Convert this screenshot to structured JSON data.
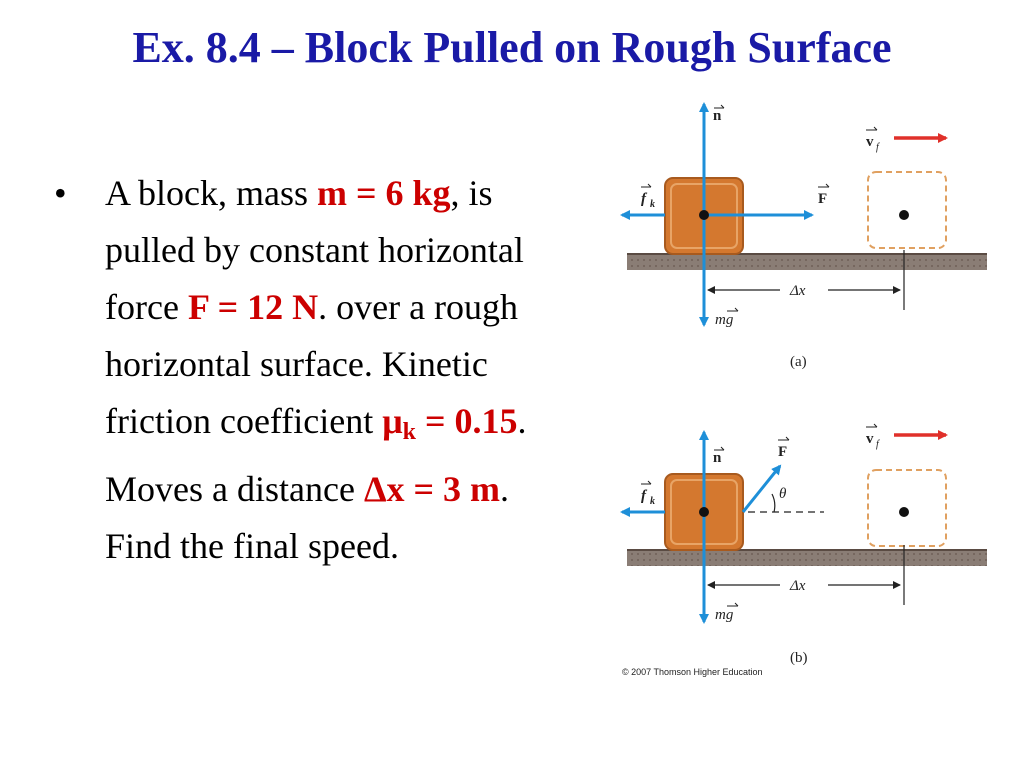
{
  "title": "Ex. 8.4 – Block Pulled on Rough Surface",
  "bullet": {
    "marker": "•",
    "t1": "A block, mass ",
    "m": "m = 6 kg",
    "t2": ", is pulled by constant horizontal force ",
    "F": "F = 12 N",
    "t3": ". over a rough horizontal surface. Kinetic friction coefficient ",
    "mu": "μ",
    "mu_sub": "k",
    "mu_val": " = 0.15",
    "t4": ". Moves a distance ",
    "dx": "Δx = 3 m",
    "t5": ". Find the final speed."
  },
  "figure": {
    "colors": {
      "arrow_blue": "#1e8fd8",
      "block_orange": "#d4782f",
      "velocity_red": "#e0302a",
      "ground": "#6f6058"
    },
    "a": {
      "n": "n",
      "fk": "f",
      "fk_sub": "k",
      "F": "F",
      "mg": "mg",
      "vf": "v",
      "vf_sub": "f",
      "dx": "Δx",
      "caption": "(a)"
    },
    "b": {
      "n": "n",
      "fk": "f",
      "fk_sub": "k",
      "F": "F",
      "theta": "θ",
      "mg": "mg",
      "vf": "v",
      "vf_sub": "f",
      "dx": "Δx",
      "caption": "(b)"
    },
    "credit": "© 2007 Thomson Higher Education"
  }
}
